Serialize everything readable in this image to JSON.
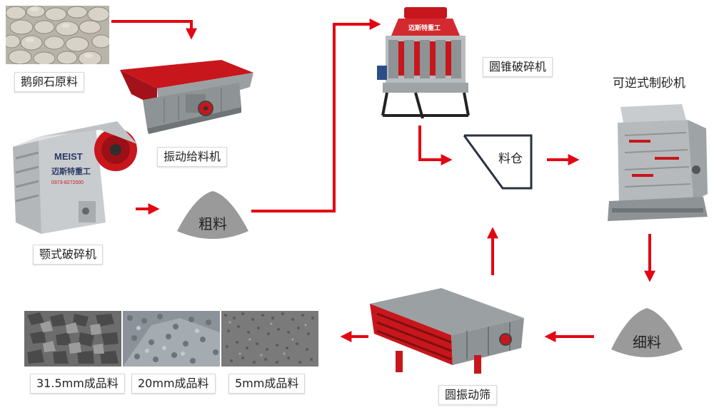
{
  "labels": {
    "raw_material": "鹅卵石原料",
    "feeder": "振动给料机",
    "jaw_crusher": "颚式破碎机",
    "coarse": "粗料",
    "cone_crusher": "圆锥破碎机",
    "silo": "料仓",
    "sand_maker": "可逆式制砂机",
    "fine": "细料",
    "screen": "圆振动筛",
    "product_1": "31.5mm成品料",
    "product_2": "20mm成品料",
    "product_3": "5mm成品料"
  },
  "machine_text": {
    "jaw_brand": "MEIST",
    "jaw_company": "迈斯特重工",
    "jaw_phone": "0373-8272000",
    "cone_company": "迈斯特重工"
  },
  "colors": {
    "arrow_red": "#e30613",
    "machine_red": "#c8161d",
    "machine_gray": "#8e9396",
    "pile_gray": "#9a9a9a",
    "silo_stroke": "#2a3340"
  }
}
